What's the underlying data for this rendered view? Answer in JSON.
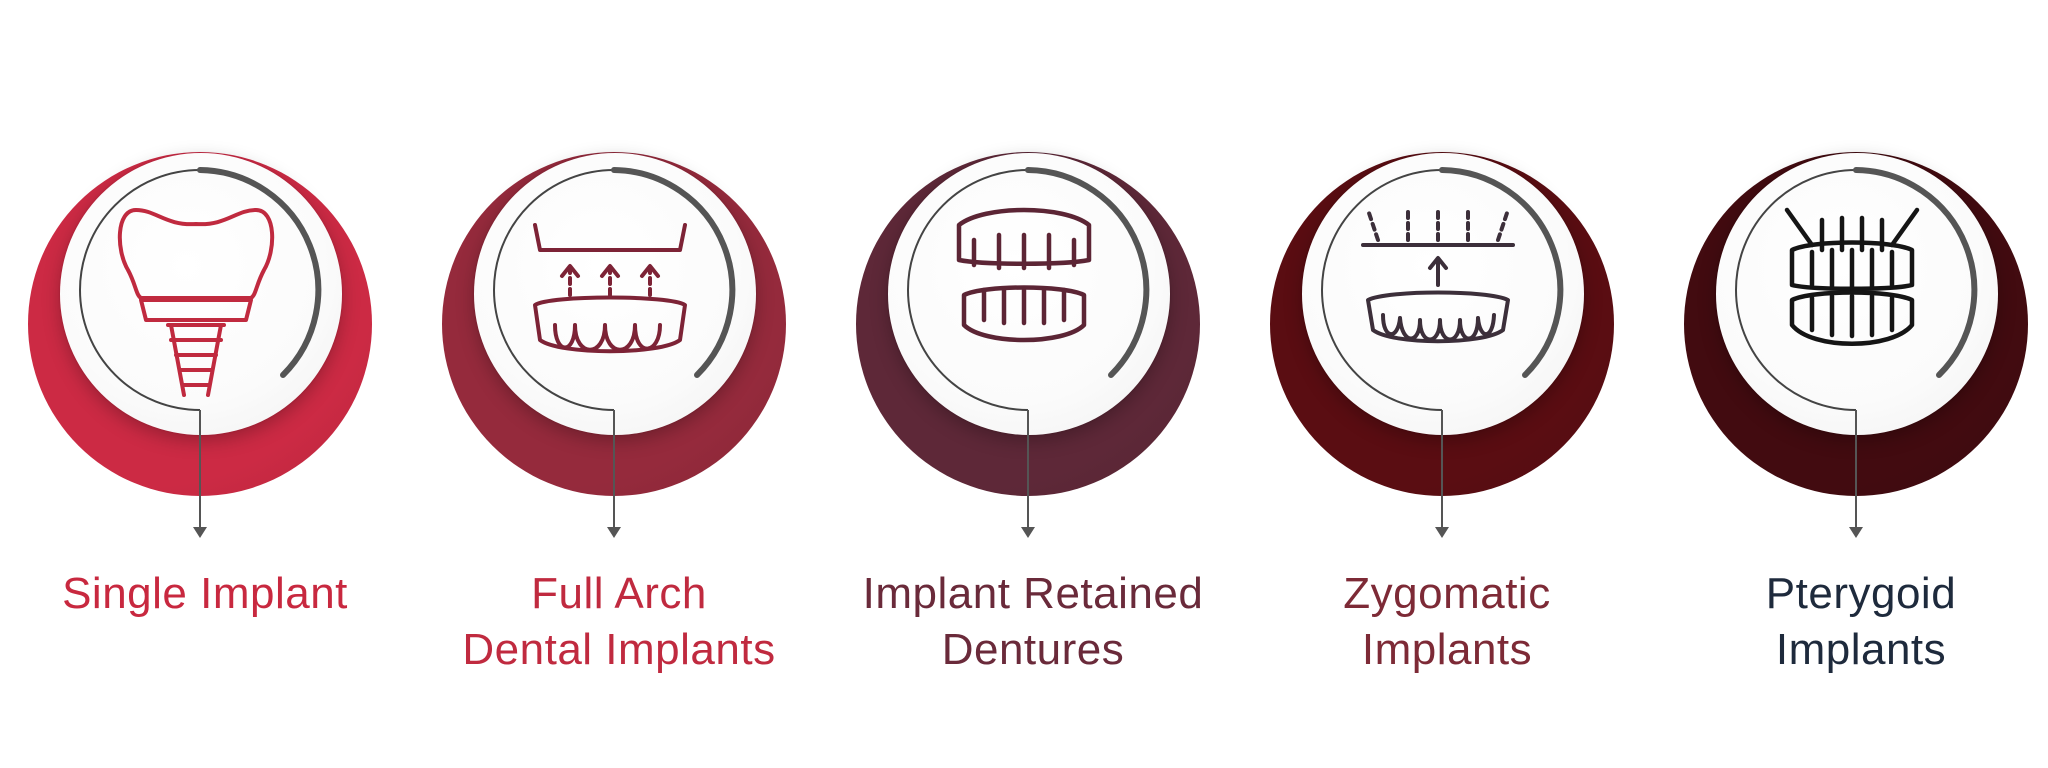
{
  "items": [
    {
      "lines": [
        "Single Implant"
      ],
      "icon": "single-implant-icon",
      "disc_color": "#cc2a44",
      "text_color": "#c8283f",
      "icon_color": "#c02a3f"
    },
    {
      "lines": [
        "Full Arch",
        "Dental Implants"
      ],
      "icon": "full-arch-icon",
      "disc_color": "#952a3c",
      "text_color": "#c02a3f",
      "icon_color": "#7d2336"
    },
    {
      "lines": [
        "Implant Retained",
        "Dentures"
      ],
      "icon": "retained-dentures-icon",
      "disc_color": "#5e2838",
      "text_color": "#6a2a3a",
      "icon_color": "#5c2535"
    },
    {
      "lines": [
        "Zygomatic",
        "Implants"
      ],
      "icon": "zygomatic-icon",
      "disc_color": "#5a0d12",
      "text_color": "#7d2a36",
      "icon_color": "#3c2f3a"
    },
    {
      "lines": [
        "Pterygoid",
        "Implants"
      ],
      "icon": "pterygoid-icon",
      "disc_color": "#420b10",
      "text_color": "#1e2a3c",
      "icon_color": "#151515"
    }
  ]
}
